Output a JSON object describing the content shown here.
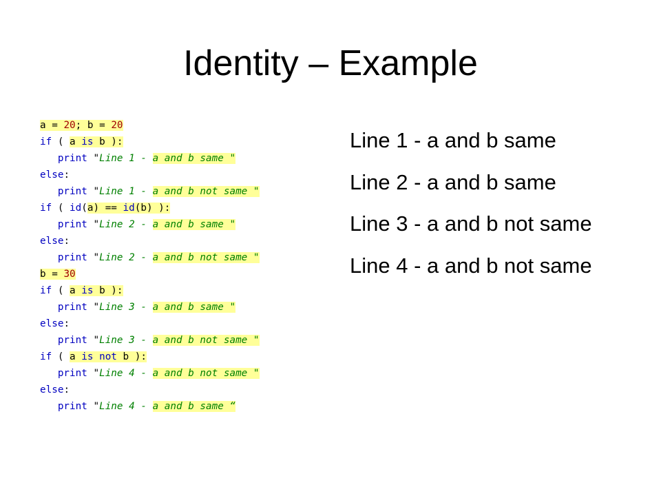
{
  "slide": {
    "title": "Identity – Example"
  },
  "code": {
    "lines": [
      {
        "indent": "",
        "segments": [
          {
            "t": "a = 20; b = 20",
            "hl": true
          }
        ]
      },
      {
        "indent": "",
        "segments": [
          {
            "t": "if ( ",
            "hl": false
          },
          {
            "t": "a is",
            "hl": true
          },
          {
            "t": " b ):",
            "hl": true
          }
        ]
      },
      {
        "indent": "   ",
        "segments": [
          {
            "t": "print \"",
            "hl": false
          },
          {
            "t": "Line 1 - ",
            "hl": false
          },
          {
            "t": "a and b same \"",
            "hl": true
          }
        ]
      },
      {
        "indent": "",
        "segments": [
          {
            "t": "else:",
            "hl": false
          }
        ]
      },
      {
        "indent": "   ",
        "segments": [
          {
            "t": "print \"",
            "hl": false
          },
          {
            "t": "Line 1 - ",
            "hl": false
          },
          {
            "t": "a and b not same \"",
            "hl": true
          }
        ]
      },
      {
        "indent": "",
        "segments": [
          {
            "t": "if ( id(",
            "hl": false
          },
          {
            "t": "a) == id(b) ):",
            "hl": true
          }
        ]
      },
      {
        "indent": "   ",
        "segments": [
          {
            "t": "print \"",
            "hl": false
          },
          {
            "t": "Line 2 - ",
            "hl": false
          },
          {
            "t": "a and b same \"",
            "hl": true
          }
        ]
      },
      {
        "indent": "",
        "segments": [
          {
            "t": "else:",
            "hl": false
          }
        ]
      },
      {
        "indent": "   ",
        "segments": [
          {
            "t": "print \"",
            "hl": false
          },
          {
            "t": "Line 2 - ",
            "hl": false
          },
          {
            "t": "a and b not same \"",
            "hl": true
          }
        ]
      },
      {
        "indent": "",
        "segments": [
          {
            "t": "b = 30",
            "hl": true
          }
        ]
      },
      {
        "indent": "",
        "segments": [
          {
            "t": "if ( ",
            "hl": false
          },
          {
            "t": "a is",
            "hl": true
          },
          {
            "t": " b ):",
            "hl": true
          }
        ]
      },
      {
        "indent": "   ",
        "segments": [
          {
            "t": "print \"",
            "hl": false
          },
          {
            "t": "Line 3 - ",
            "hl": false
          },
          {
            "t": "a and b same \"",
            "hl": true
          }
        ]
      },
      {
        "indent": "",
        "segments": [
          {
            "t": "else:",
            "hl": false
          }
        ]
      },
      {
        "indent": "   ",
        "segments": [
          {
            "t": "print \"",
            "hl": false
          },
          {
            "t": "Line 3 - ",
            "hl": false
          },
          {
            "t": "a and b not same \"",
            "hl": true
          }
        ]
      },
      {
        "indent": "",
        "segments": [
          {
            "t": "if ( ",
            "hl": false
          },
          {
            "t": "a is not",
            "hl": true
          },
          {
            "t": " b ):",
            "hl": true
          }
        ]
      },
      {
        "indent": "   ",
        "segments": [
          {
            "t": "print \"",
            "hl": false
          },
          {
            "t": "Line 4 - ",
            "hl": false
          },
          {
            "t": "a and b not same \"",
            "hl": true
          }
        ]
      },
      {
        "indent": "",
        "segments": [
          {
            "t": "else:",
            "hl": false
          }
        ]
      },
      {
        "indent": "   ",
        "segments": [
          {
            "t": "print \"",
            "hl": false
          },
          {
            "t": "Line 4 - ",
            "hl": false
          },
          {
            "t": "a and b same “",
            "hl": true
          }
        ]
      }
    ]
  },
  "output": {
    "lines": [
      "Line 1 - a and b same",
      "Line 2 - a and b same",
      "Line 3 - a and b not same",
      "Line 4 - a and b not same"
    ]
  },
  "colors": {
    "highlight": "#ffff99",
    "keyword": "#0000c0",
    "number": "#a00000",
    "string": "#008000",
    "identifier": "#000000"
  }
}
